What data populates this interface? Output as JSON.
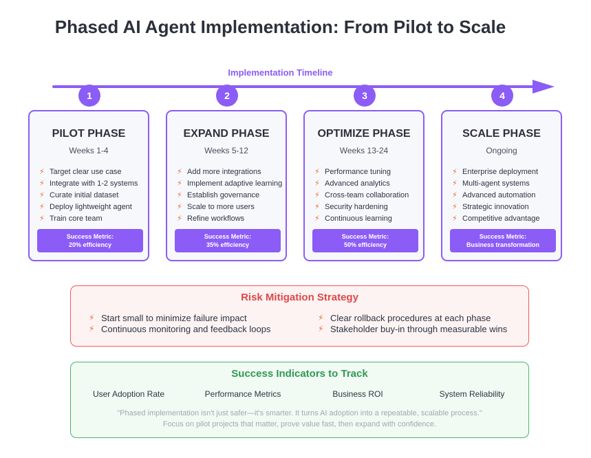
{
  "title": "Phased AI Agent Implementation: From Pilot to Scale",
  "timeline": {
    "label": "Implementation Timeline"
  },
  "colors": {
    "accent": "#8b5cf6",
    "risk": "#e04848",
    "success": "#2f9a55",
    "bolt": "#f26b2b"
  },
  "phases": [
    {
      "number": "1",
      "title": "PILOT PHASE",
      "subtitle": "Weeks 1-4",
      "items": [
        "Target clear use case",
        "Integrate with 1-2 systems",
        "Curate initial dataset",
        "Deploy lightweight agent",
        "Train core team"
      ],
      "metric_label": "Success Metric:",
      "metric_value": "20% efficiency"
    },
    {
      "number": "2",
      "title": "EXPAND PHASE",
      "subtitle": "Weeks 5-12",
      "items": [
        "Add more integrations",
        "Implement adaptive learning",
        "Establish governance",
        "Scale to more users",
        "Refine workflows"
      ],
      "metric_label": "Success Metric:",
      "metric_value": "35% efficiency"
    },
    {
      "number": "3",
      "title": "OPTIMIZE PHASE",
      "subtitle": "Weeks 13-24",
      "items": [
        "Performance tuning",
        "Advanced analytics",
        "Cross-team collaboration",
        "Security hardening",
        "Continuous learning"
      ],
      "metric_label": "Success Metric:",
      "metric_value": "50% efficiency"
    },
    {
      "number": "4",
      "title": "SCALE PHASE",
      "subtitle": "Ongoing",
      "items": [
        "Enterprise deployment",
        "Multi-agent systems",
        "Advanced automation",
        "Strategic innovation",
        "Competitive advantage"
      ],
      "metric_label": "Success Metric:",
      "metric_value": "Business transformation"
    }
  ],
  "risk": {
    "title": "Risk Mitigation Strategy",
    "left": [
      "Start small to minimize failure impact",
      "Continuous monitoring and feedback loops"
    ],
    "right": [
      "Clear rollback procedures at each phase",
      "Stakeholder buy-in through measurable wins"
    ]
  },
  "success": {
    "title": "Success Indicators to Track",
    "indicators": [
      "User Adoption Rate",
      "Performance Metrics",
      "Business ROI",
      "System Reliability"
    ],
    "quote_line1": "\"Phased implementation isn't just safer—it's smarter. It turns AI adoption into a repeatable, scalable process.\"",
    "quote_line2": "Focus on pilot projects that matter, prove value fast, then expand with confidence."
  }
}
